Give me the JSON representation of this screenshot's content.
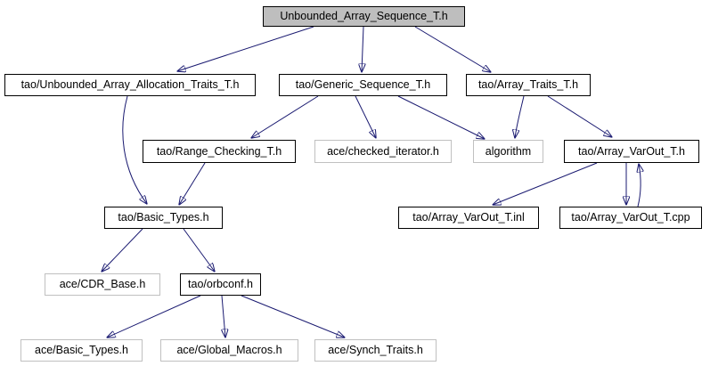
{
  "diagram": {
    "title": "Include dependency graph for Unbounded_Array_Sequence_T.h",
    "colors": {
      "background": "#ffffff",
      "edge": "#191970",
      "root_fill": "#bebebe",
      "node_fill": "#ffffff",
      "internal_border": "#000000",
      "external_border": "#c0c0c0",
      "text": "#000000"
    },
    "nodes": [
      {
        "id": "unbounded_array_sequence",
        "label": "Unbounded_Array_Sequence_T.h",
        "type": "root"
      },
      {
        "id": "unbounded_array_allocation_traits",
        "label": "tao/Unbounded_Array_Allocation_Traits_T.h",
        "type": "internal"
      },
      {
        "id": "generic_sequence",
        "label": "tao/Generic_Sequence_T.h",
        "type": "internal"
      },
      {
        "id": "array_traits",
        "label": "tao/Array_Traits_T.h",
        "type": "internal"
      },
      {
        "id": "range_checking",
        "label": "tao/Range_Checking_T.h",
        "type": "internal"
      },
      {
        "id": "checked_iterator",
        "label": "ace/checked_iterator.h",
        "type": "external"
      },
      {
        "id": "algorithm",
        "label": "algorithm",
        "type": "external"
      },
      {
        "id": "array_varout_h",
        "label": "tao/Array_VarOut_T.h",
        "type": "internal"
      },
      {
        "id": "basic_types",
        "label": "tao/Basic_Types.h",
        "type": "internal"
      },
      {
        "id": "array_varout_inl",
        "label": "tao/Array_VarOut_T.inl",
        "type": "internal"
      },
      {
        "id": "array_varout_cpp",
        "label": "tao/Array_VarOut_T.cpp",
        "type": "internal"
      },
      {
        "id": "cdr_base",
        "label": "ace/CDR_Base.h",
        "type": "external"
      },
      {
        "id": "orbconf",
        "label": "tao/orbconf.h",
        "type": "internal"
      },
      {
        "id": "ace_basic_types",
        "label": "ace/Basic_Types.h",
        "type": "external"
      },
      {
        "id": "global_macros",
        "label": "ace/Global_Macros.h",
        "type": "external"
      },
      {
        "id": "synch_traits",
        "label": "ace/Synch_Traits.h",
        "type": "external"
      }
    ],
    "edges": [
      {
        "from": "unbounded_array_sequence",
        "to": "unbounded_array_allocation_traits"
      },
      {
        "from": "unbounded_array_sequence",
        "to": "generic_sequence"
      },
      {
        "from": "unbounded_array_sequence",
        "to": "array_traits"
      },
      {
        "from": "unbounded_array_allocation_traits",
        "to": "basic_types"
      },
      {
        "from": "generic_sequence",
        "to": "range_checking"
      },
      {
        "from": "generic_sequence",
        "to": "checked_iterator"
      },
      {
        "from": "generic_sequence",
        "to": "algorithm"
      },
      {
        "from": "array_traits",
        "to": "algorithm"
      },
      {
        "from": "array_traits",
        "to": "array_varout_h"
      },
      {
        "from": "range_checking",
        "to": "basic_types"
      },
      {
        "from": "array_varout_h",
        "to": "array_varout_inl"
      },
      {
        "from": "array_varout_h",
        "to": "array_varout_cpp"
      },
      {
        "from": "array_varout_cpp",
        "to": "array_varout_h"
      },
      {
        "from": "basic_types",
        "to": "cdr_base"
      },
      {
        "from": "basic_types",
        "to": "orbconf"
      },
      {
        "from": "orbconf",
        "to": "ace_basic_types"
      },
      {
        "from": "orbconf",
        "to": "global_macros"
      },
      {
        "from": "orbconf",
        "to": "synch_traits"
      }
    ]
  }
}
